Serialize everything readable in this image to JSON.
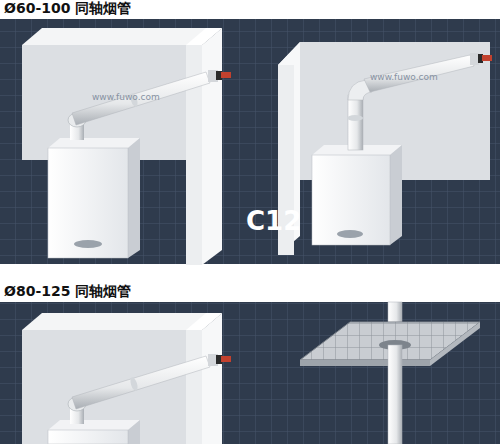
{
  "diagram": {
    "title": "Ø60-100 同轴烟管",
    "labels": [
      "www.fuwo.com",
      "www.fuwo.com",
      "C12",
      "Ø80-125 同轴烟管"
    ]
  }
}
